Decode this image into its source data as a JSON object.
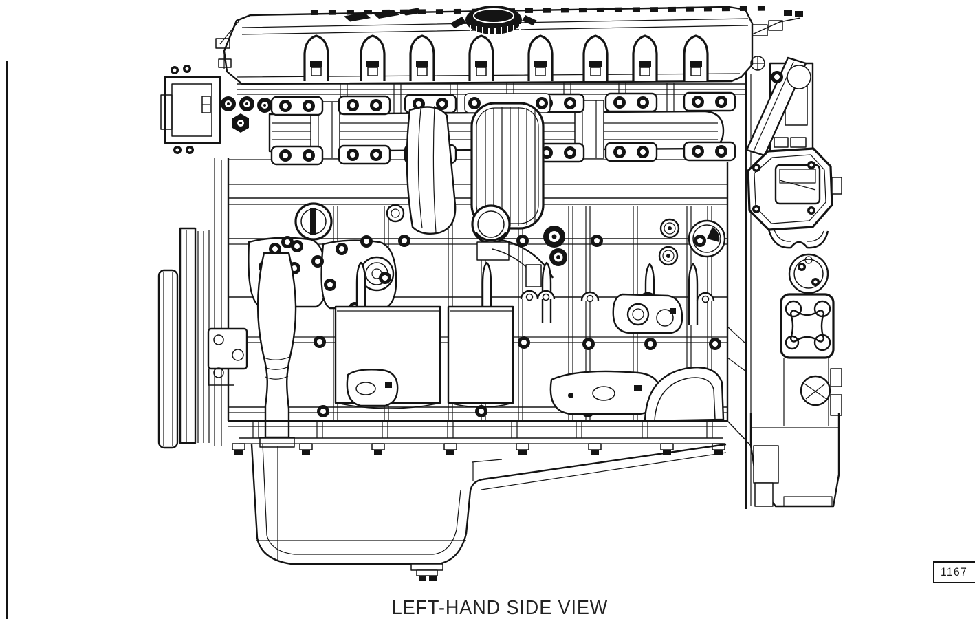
{
  "page": {
    "caption": "LEFT-HAND SIDE VIEW",
    "figure_number": "1167"
  },
  "colors": {
    "background": "#ffffff",
    "line": "#141414"
  },
  "diagram": {
    "type": "technical-line-drawing",
    "subject": "heavy-duty inline six-cylinder diesel engine, left-hand side exterior view",
    "components": [
      "valve-cover",
      "oil-filler-cap",
      "injector-towers",
      "cylinder-head",
      "exhaust-manifold",
      "egr-cooler",
      "front-gear-cover",
      "crankshaft-damper",
      "water-pump",
      "belt-tensioner",
      "cylinder-block",
      "freeze-plug",
      "engine-mount-pad",
      "accessory-drive-flange",
      "pto-flange",
      "flywheel-housing",
      "oil-pan-rail",
      "oil-pan",
      "oil-drain-plug"
    ]
  }
}
